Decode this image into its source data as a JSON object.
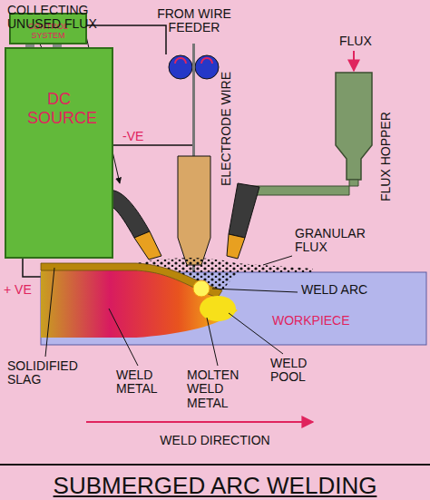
{
  "diagram": {
    "title": "SUBMERGED ARC WELDING",
    "nodes": [
      {
        "text": [
          "CONTROL SYSTEM"
        ]
      },
      {
        "text": [
          "DC SOURCE"
        ]
      }
    ],
    "edges": [
      {
        "from": 0,
        "to": 1,
        "arrow": "none"
      }
    ],
    "labels": [
      "COLLECTING UNUSED FLUX",
      "FROM WIRE FEEDER",
      "FLUX",
      "-VE",
      "ELECTRODE WIRE",
      "FLUX HOPPER",
      "GRANULAR FLUX",
      "WELD ARC",
      "+ VE",
      "WORKPIECE",
      "SOLIDIFIED SLAG",
      "WELD METAL",
      "MOLTEN WELD METAL",
      "WELD POOL",
      "WELD DIRECTION"
    ]
  }
}
